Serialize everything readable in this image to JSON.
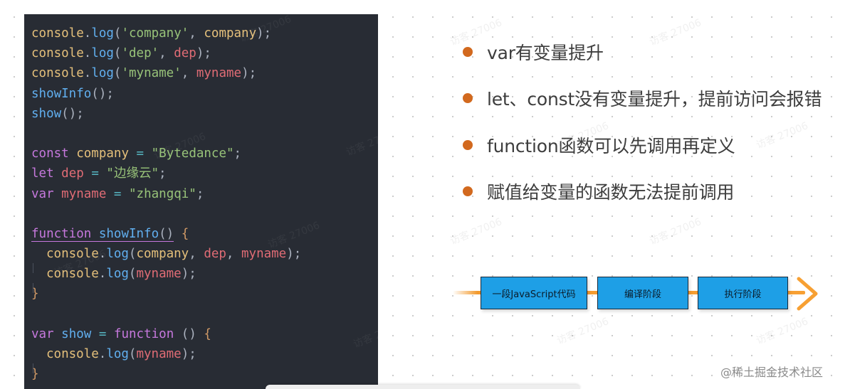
{
  "code": {
    "line1": {
      "obj": "console",
      "method": "log",
      "arg1": "'company'",
      "arg2": "company"
    },
    "line2": {
      "obj": "console",
      "method": "log",
      "arg1": "'dep'",
      "arg2": "dep"
    },
    "line3": {
      "obj": "console",
      "method": "log",
      "arg1": "'myname'",
      "arg2": "myname"
    },
    "line4": {
      "call": "showInfo"
    },
    "line5": {
      "call": "show"
    },
    "line6": {
      "keyword": "const",
      "name": "company",
      "value": "\"Bytedance\""
    },
    "line7": {
      "keyword": "let",
      "name": "dep",
      "value": "\"边缘云\""
    },
    "line8": {
      "keyword": "var",
      "name": "myname",
      "value": "\"zhangqi\""
    },
    "line9": {
      "keyword": "function",
      "name": "showInfo"
    },
    "line10": {
      "obj": "console",
      "method": "log",
      "arg1": "company",
      "arg2": "dep",
      "arg3": "myname"
    },
    "line11": {
      "obj": "console",
      "method": "log",
      "arg1": "myname"
    },
    "line12": {
      "keyword": "var",
      "name": "show",
      "keyword2": "function"
    },
    "line13": {
      "obj": "console",
      "method": "log",
      "arg1": "myname"
    }
  },
  "bullets": [
    "var有变量提升",
    "let、const没有变量提升，提前访问会报错",
    "function函数可以先调用再定义",
    "赋值给变量的函数无法提前调用"
  ],
  "pipeline": {
    "stages": [
      "一段JavaScript代码",
      "编译阶段",
      "执行阶段"
    ],
    "box_color": "#1e9fe6",
    "arrow_color": "#f7a033"
  },
  "watermark": "访客 27006",
  "site_mark": "@稀土掘金技术社区",
  "colors": {
    "code_bg": "#282c34",
    "bullet_dot": "#d2691e"
  }
}
